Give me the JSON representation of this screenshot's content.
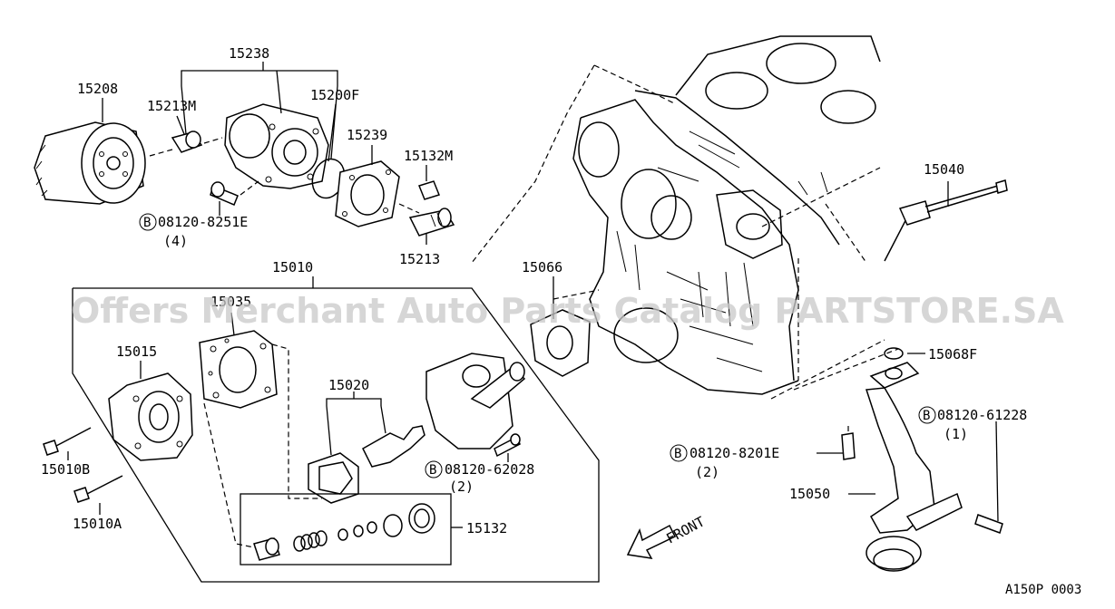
{
  "labels": {
    "p15238": "15238",
    "p15208": "15208",
    "p15213M": "15213M",
    "p15200F": "15200F",
    "p15239": "15239",
    "p15132M": "15132M",
    "b8251E": "08120-8251E",
    "q4": "(4)",
    "p15213": "15213",
    "p15010": "15010",
    "p15035": "15035",
    "p15015": "15015",
    "p15066": "15066",
    "p15040": "15040",
    "p15020": "15020",
    "p15068F": "15068F",
    "b61228": "08120-61228",
    "q1": "(1)",
    "p15010B": "15010B",
    "p15010A": "15010A",
    "b8201E": "08120-8201E",
    "q2a": "(2)",
    "b62028": "08120-62028",
    "q2b": "(2)",
    "p15050": "15050",
    "p15132": "15132",
    "front": "FRONT",
    "ref": "A150P 0003"
  },
  "bolt_symbol": "B",
  "watermark": "Offers Merchant Auto Parts Catalog PARTSTORE.SA"
}
